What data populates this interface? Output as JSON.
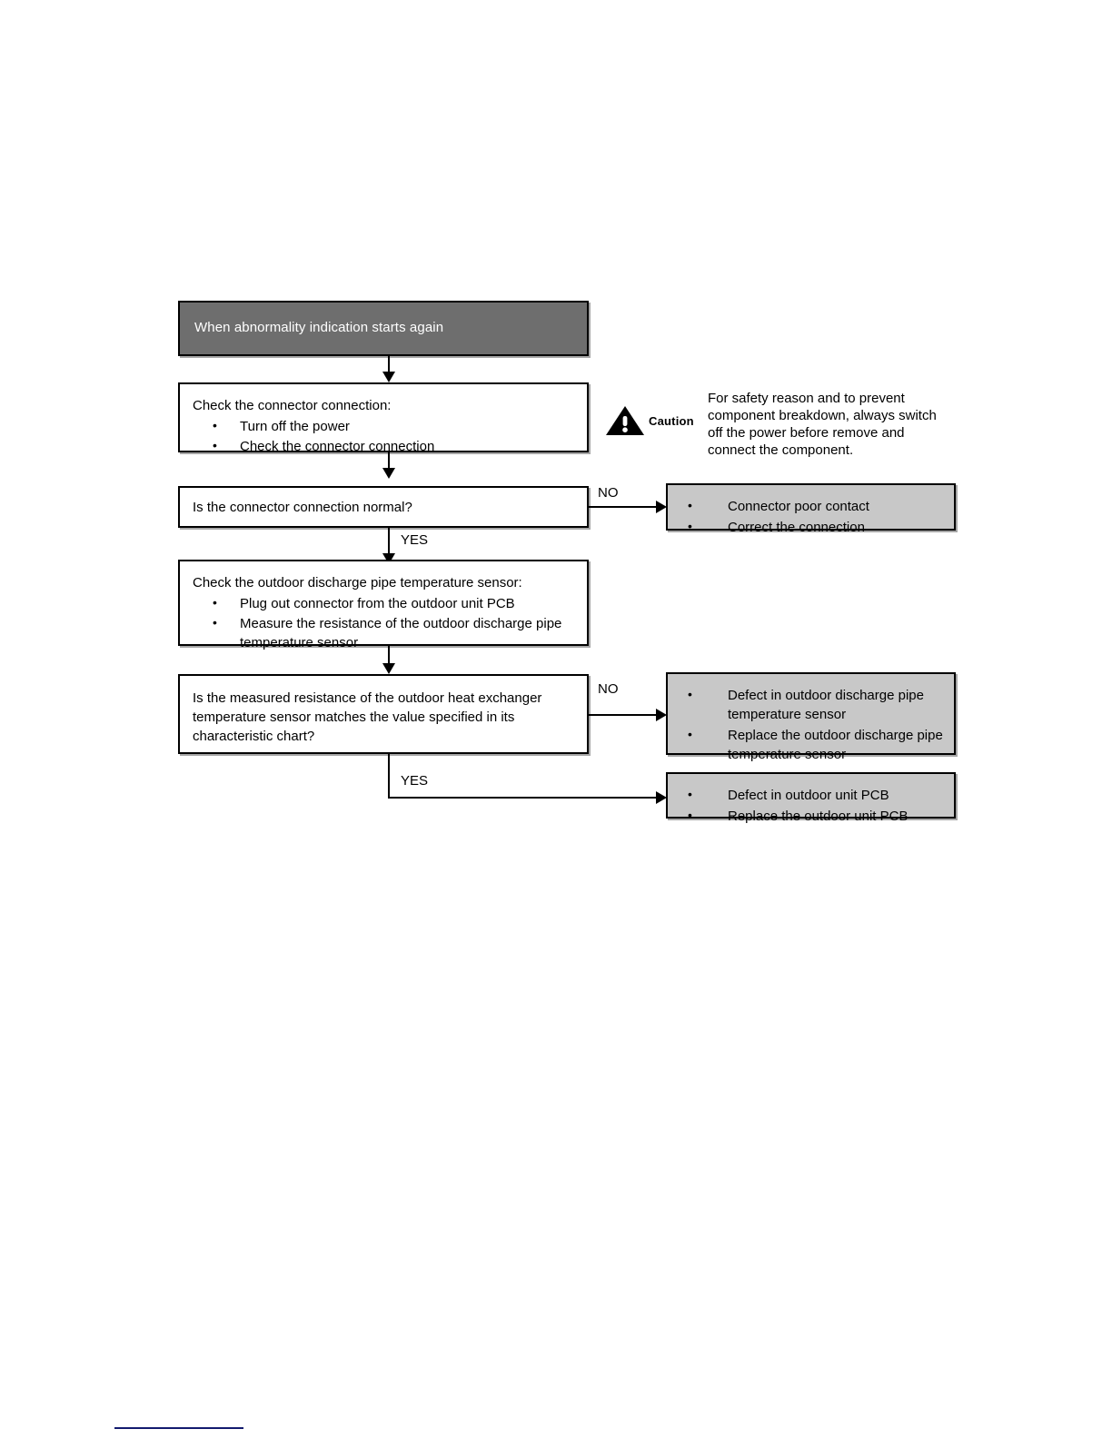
{
  "diagram": {
    "title": "When abnormality indication starts again",
    "start": {
      "label": "When abnormality indication starts again"
    },
    "steps": [
      {
        "id": "check-connector",
        "heading": "Check the connector connection:",
        "bullets": [
          "Turn off the power",
          "Check the connector connection"
        ]
      },
      {
        "id": "check-sensor",
        "heading": "Check the outdoor discharge pipe temperature sensor:",
        "bullets": [
          "Plug out connector from the outdoor unit PCB",
          "Measure the resistance of the outdoor discharge pipe temperature sensor"
        ]
      }
    ],
    "decisions": [
      {
        "id": "connector-normal",
        "question": "Is the connector connection normal?",
        "no_label": "NO",
        "yes_label": "YES"
      },
      {
        "id": "resistance-matches",
        "question": "Is the measured resistance of the outdoor heat exchanger temperature sensor matches the value specified in its characteristic chart?",
        "no_label": "NO",
        "yes_label": "YES"
      }
    ],
    "results": [
      {
        "id": "connector-poor-contact",
        "bullets": [
          "Connector poor contact",
          "Correct the connection"
        ]
      },
      {
        "id": "sensor-defect",
        "bullets": [
          "Defect in outdoor discharge pipe temperature sensor",
          "Replace the outdoor discharge pipe temperature sensor"
        ]
      },
      {
        "id": "pcb-defect",
        "bullets": [
          "Defect in outdoor unit PCB",
          "Replace the outdoor unit PCB"
        ]
      }
    ],
    "caution": {
      "label": "Caution",
      "text": "For safety reason and to prevent component breakdown, always switch off the power before remove and connect the component."
    },
    "colors": {
      "start_fill": "#6e6e6e",
      "start_text": "#ffffff",
      "result_fill": "#c8c8c8",
      "line": "#000000",
      "footer_rule": "#121a6e"
    }
  }
}
